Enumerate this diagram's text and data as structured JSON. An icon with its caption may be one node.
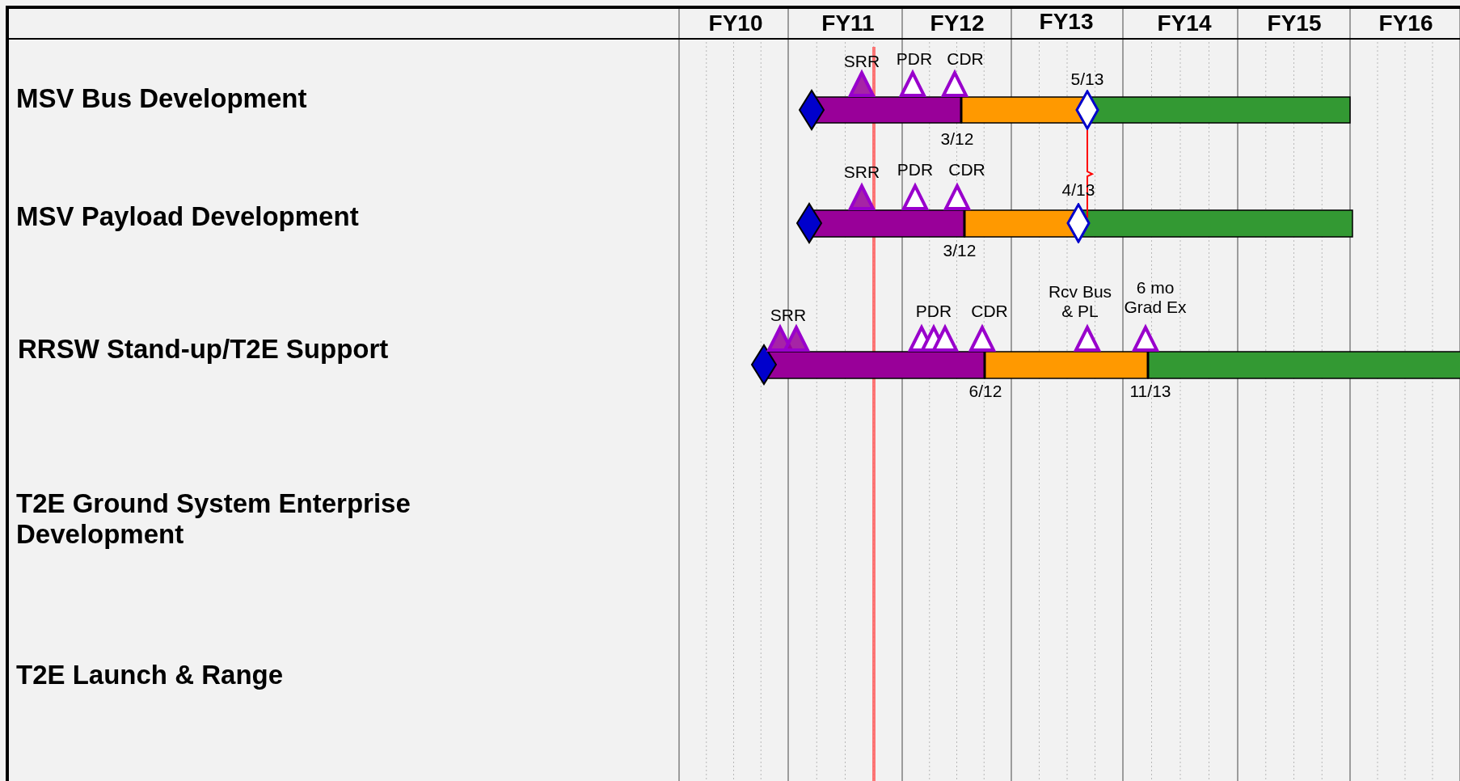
{
  "diagram": {
    "nodes": [
      {
        "text": [],
        "shape": "diamond",
        "beside": [
          "5/13"
        ]
      },
      {
        "text": [],
        "shape": "diamond",
        "beside": [
          "4/13"
        ]
      }
    ],
    "edges": [
      {
        "from": 0,
        "to": 1,
        "arrow": "none",
        "color": "#ff0000"
      }
    ],
    "labels": [
      "FY10",
      "FY11",
      "FY12",
      "FY13",
      "FY14",
      "FY15",
      "FY16",
      "MSV Bus Development",
      "SRR",
      "PDR",
      "CDR",
      "3/12",
      "MSV Payload Development",
      "SRR",
      "PDR",
      "CDR",
      "3/12",
      "RRSW Stand-up/T2E Support",
      "SRR",
      "PDR",
      "CDR",
      "Rcv Bus & PL",
      "6 mo Grad Ex",
      "6/12",
      "11/13",
      "T2E Ground System Enterprise Development",
      "T2E Launch & Range"
    ]
  }
}
